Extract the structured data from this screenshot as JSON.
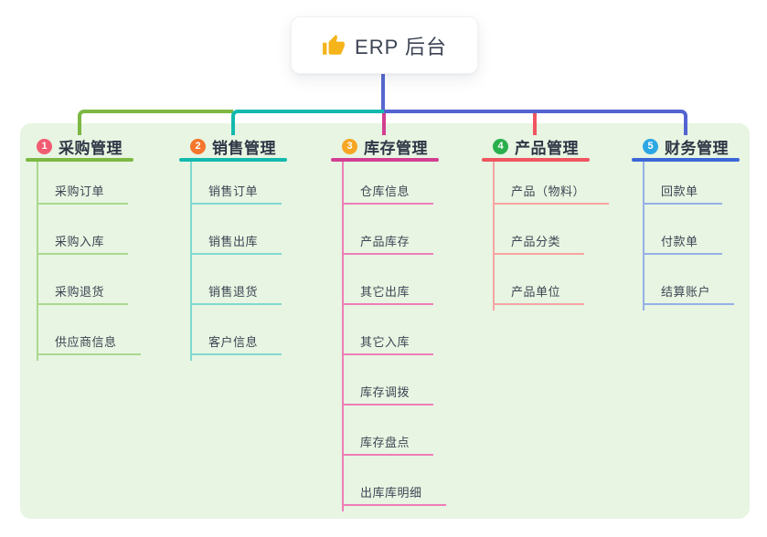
{
  "root": {
    "title": "ERP 后台",
    "icon": "thumbs-up",
    "icon_color": "#f4b41a"
  },
  "canvas": {
    "background_color": "#e7f5e2",
    "bus_color": "#5363d2",
    "root_line_color": "#5667cf"
  },
  "branches": [
    {
      "badge": "1",
      "label": "采购管理",
      "badge_color": "#f25c72",
      "line_color": "#7cb843",
      "light_color": "#abd98f",
      "children": [
        "采购订单",
        "采购入库",
        "采购退货",
        "供应商信息"
      ]
    },
    {
      "badge": "2",
      "label": "销售管理",
      "badge_color": "#f5762c",
      "line_color": "#13b9ae",
      "light_color": "#81d9d0",
      "children": [
        "销售订单",
        "销售出库",
        "销售退货",
        "客户信息"
      ]
    },
    {
      "badge": "3",
      "label": "库存管理",
      "badge_color": "#f6a623",
      "line_color": "#d23f92",
      "light_color": "#ef7db8",
      "children": [
        "仓库信息",
        "产品库存",
        "其它出库",
        "其它入库",
        "库存调拨",
        "库存盘点",
        "出库库明细"
      ]
    },
    {
      "badge": "4",
      "label": "产品管理",
      "badge_color": "#2aaf4d",
      "line_color": "#f05560",
      "light_color": "#f7a3a4",
      "children": [
        "产品（物料）",
        "产品分类",
        "产品单位"
      ]
    },
    {
      "badge": "5",
      "label": "财务管理",
      "badge_color": "#2ca7e4",
      "line_color": "#3b66d8",
      "light_color": "#96b0e6",
      "children": [
        "回款单",
        "付款单",
        "结算账户"
      ]
    }
  ]
}
